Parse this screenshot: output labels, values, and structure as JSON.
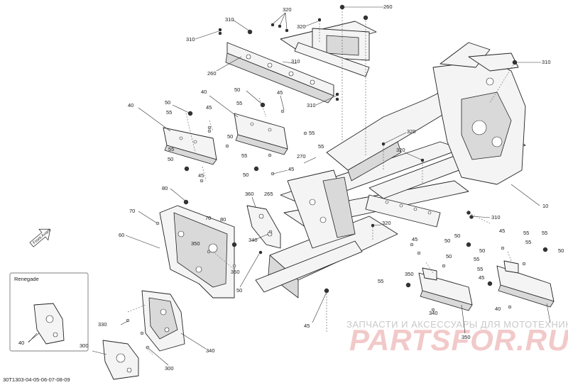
{
  "diagram": {
    "code": "30T1303-04-05-06-07-08-09",
    "front_label": "Front Avant",
    "inset_title": "Renegade",
    "watermark_top": "ЗАПЧАСТИ И АКСЕССУАРЫ ДЛЯ МОТОТЕХНИКИ",
    "watermark_logo": "PARTSFOR.RU",
    "callouts": [
      {
        "id": "c1",
        "text": "310"
      },
      {
        "id": "c2",
        "text": "320"
      },
      {
        "id": "c3",
        "text": "260"
      },
      {
        "id": "c4",
        "text": "320"
      },
      {
        "id": "c5",
        "text": "310"
      },
      {
        "id": "c6",
        "text": "260"
      },
      {
        "id": "c7",
        "text": "310"
      },
      {
        "id": "c8",
        "text": "310"
      },
      {
        "id": "c9",
        "text": "40"
      },
      {
        "id": "c10",
        "text": "50"
      },
      {
        "id": "c11",
        "text": "45"
      },
      {
        "id": "c12",
        "text": "310"
      },
      {
        "id": "c13",
        "text": "40"
      },
      {
        "id": "c14",
        "text": "50"
      },
      {
        "id": "c15",
        "text": "55"
      },
      {
        "id": "c16",
        "text": "45"
      },
      {
        "id": "c17",
        "text": "55"
      },
      {
        "id": "c18",
        "text": "55"
      },
      {
        "id": "c19",
        "text": "50"
      },
      {
        "id": "c20",
        "text": "55"
      },
      {
        "id": "c21",
        "text": "320"
      },
      {
        "id": "c22",
        "text": "55"
      },
      {
        "id": "c23",
        "text": "50"
      },
      {
        "id": "c24",
        "text": "55"
      },
      {
        "id": "c25",
        "text": "45"
      },
      {
        "id": "c26",
        "text": "50"
      },
      {
        "id": "c27",
        "text": "270"
      },
      {
        "id": "c28",
        "text": "320"
      },
      {
        "id": "c29",
        "text": "45"
      },
      {
        "id": "c30",
        "text": "265"
      },
      {
        "id": "c31",
        "text": "80"
      },
      {
        "id": "c32",
        "text": "360"
      },
      {
        "id": "c33",
        "text": "10"
      },
      {
        "id": "c34",
        "text": "70"
      },
      {
        "id": "c35",
        "text": "70"
      },
      {
        "id": "c36",
        "text": "80"
      },
      {
        "id": "c37",
        "text": "310"
      },
      {
        "id": "c38",
        "text": "60"
      },
      {
        "id": "c39",
        "text": "340"
      },
      {
        "id": "c40",
        "text": "320"
      },
      {
        "id": "c41",
        "text": "350"
      },
      {
        "id": "c42",
        "text": "350"
      },
      {
        "id": "c43",
        "text": "50"
      },
      {
        "id": "c44",
        "text": "45"
      },
      {
        "id": "c45",
        "text": "55"
      },
      {
        "id": "c46",
        "text": "55"
      },
      {
        "id": "c47",
        "text": "45"
      },
      {
        "id": "c48",
        "text": "50"
      },
      {
        "id": "c49",
        "text": "55"
      },
      {
        "id": "c50",
        "text": "50"
      },
      {
        "id": "c51",
        "text": "50"
      },
      {
        "id": "c52",
        "text": "50"
      },
      {
        "id": "c53",
        "text": "55"
      },
      {
        "id": "c54",
        "text": "55"
      },
      {
        "id": "c55",
        "text": "350"
      },
      {
        "id": "c56",
        "text": "50"
      },
      {
        "id": "c57",
        "text": "55"
      },
      {
        "id": "c58",
        "text": "45"
      },
      {
        "id": "c59",
        "text": "40"
      },
      {
        "id": "c60",
        "text": "350"
      },
      {
        "id": "c61",
        "text": "45"
      },
      {
        "id": "c62",
        "text": "340"
      },
      {
        "id": "c63",
        "text": "330"
      },
      {
        "id": "c64",
        "text": "340"
      },
      {
        "id": "c65",
        "text": "300"
      },
      {
        "id": "c66",
        "text": "300"
      },
      {
        "id": "c67",
        "text": "40"
      }
    ]
  }
}
